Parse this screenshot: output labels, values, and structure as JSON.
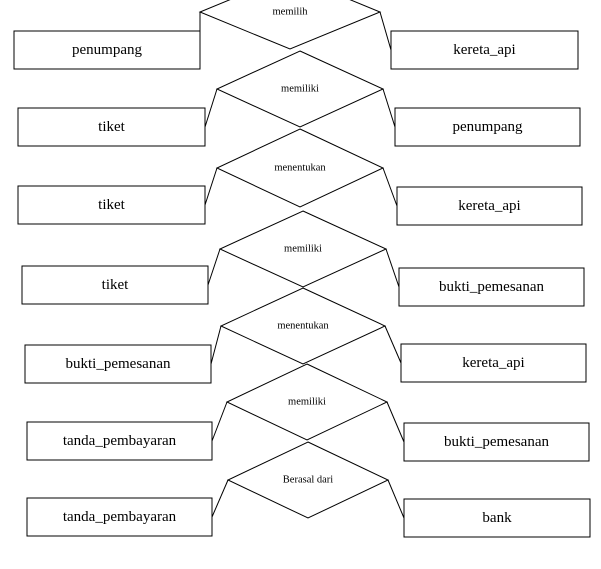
{
  "diagram": {
    "rows": [
      {
        "left": "penumpang",
        "relation": "memilih",
        "right": "kereta_api"
      },
      {
        "left": "tiket",
        "relation": "memiliki",
        "right": "penumpang"
      },
      {
        "left": "tiket",
        "relation": "menentukan",
        "right": "kereta_api"
      },
      {
        "left": "tiket",
        "relation": "memiliki",
        "right": "bukti_pemesanan"
      },
      {
        "left": "bukti_pemesanan",
        "relation": "menentukan",
        "right": "kereta_api"
      },
      {
        "left": "tanda_pembayaran",
        "relation": "memiliki",
        "right": "bukti_pemesanan"
      },
      {
        "left": "tanda_pembayaran",
        "relation": "Berasal dari",
        "right": "bank"
      }
    ]
  }
}
